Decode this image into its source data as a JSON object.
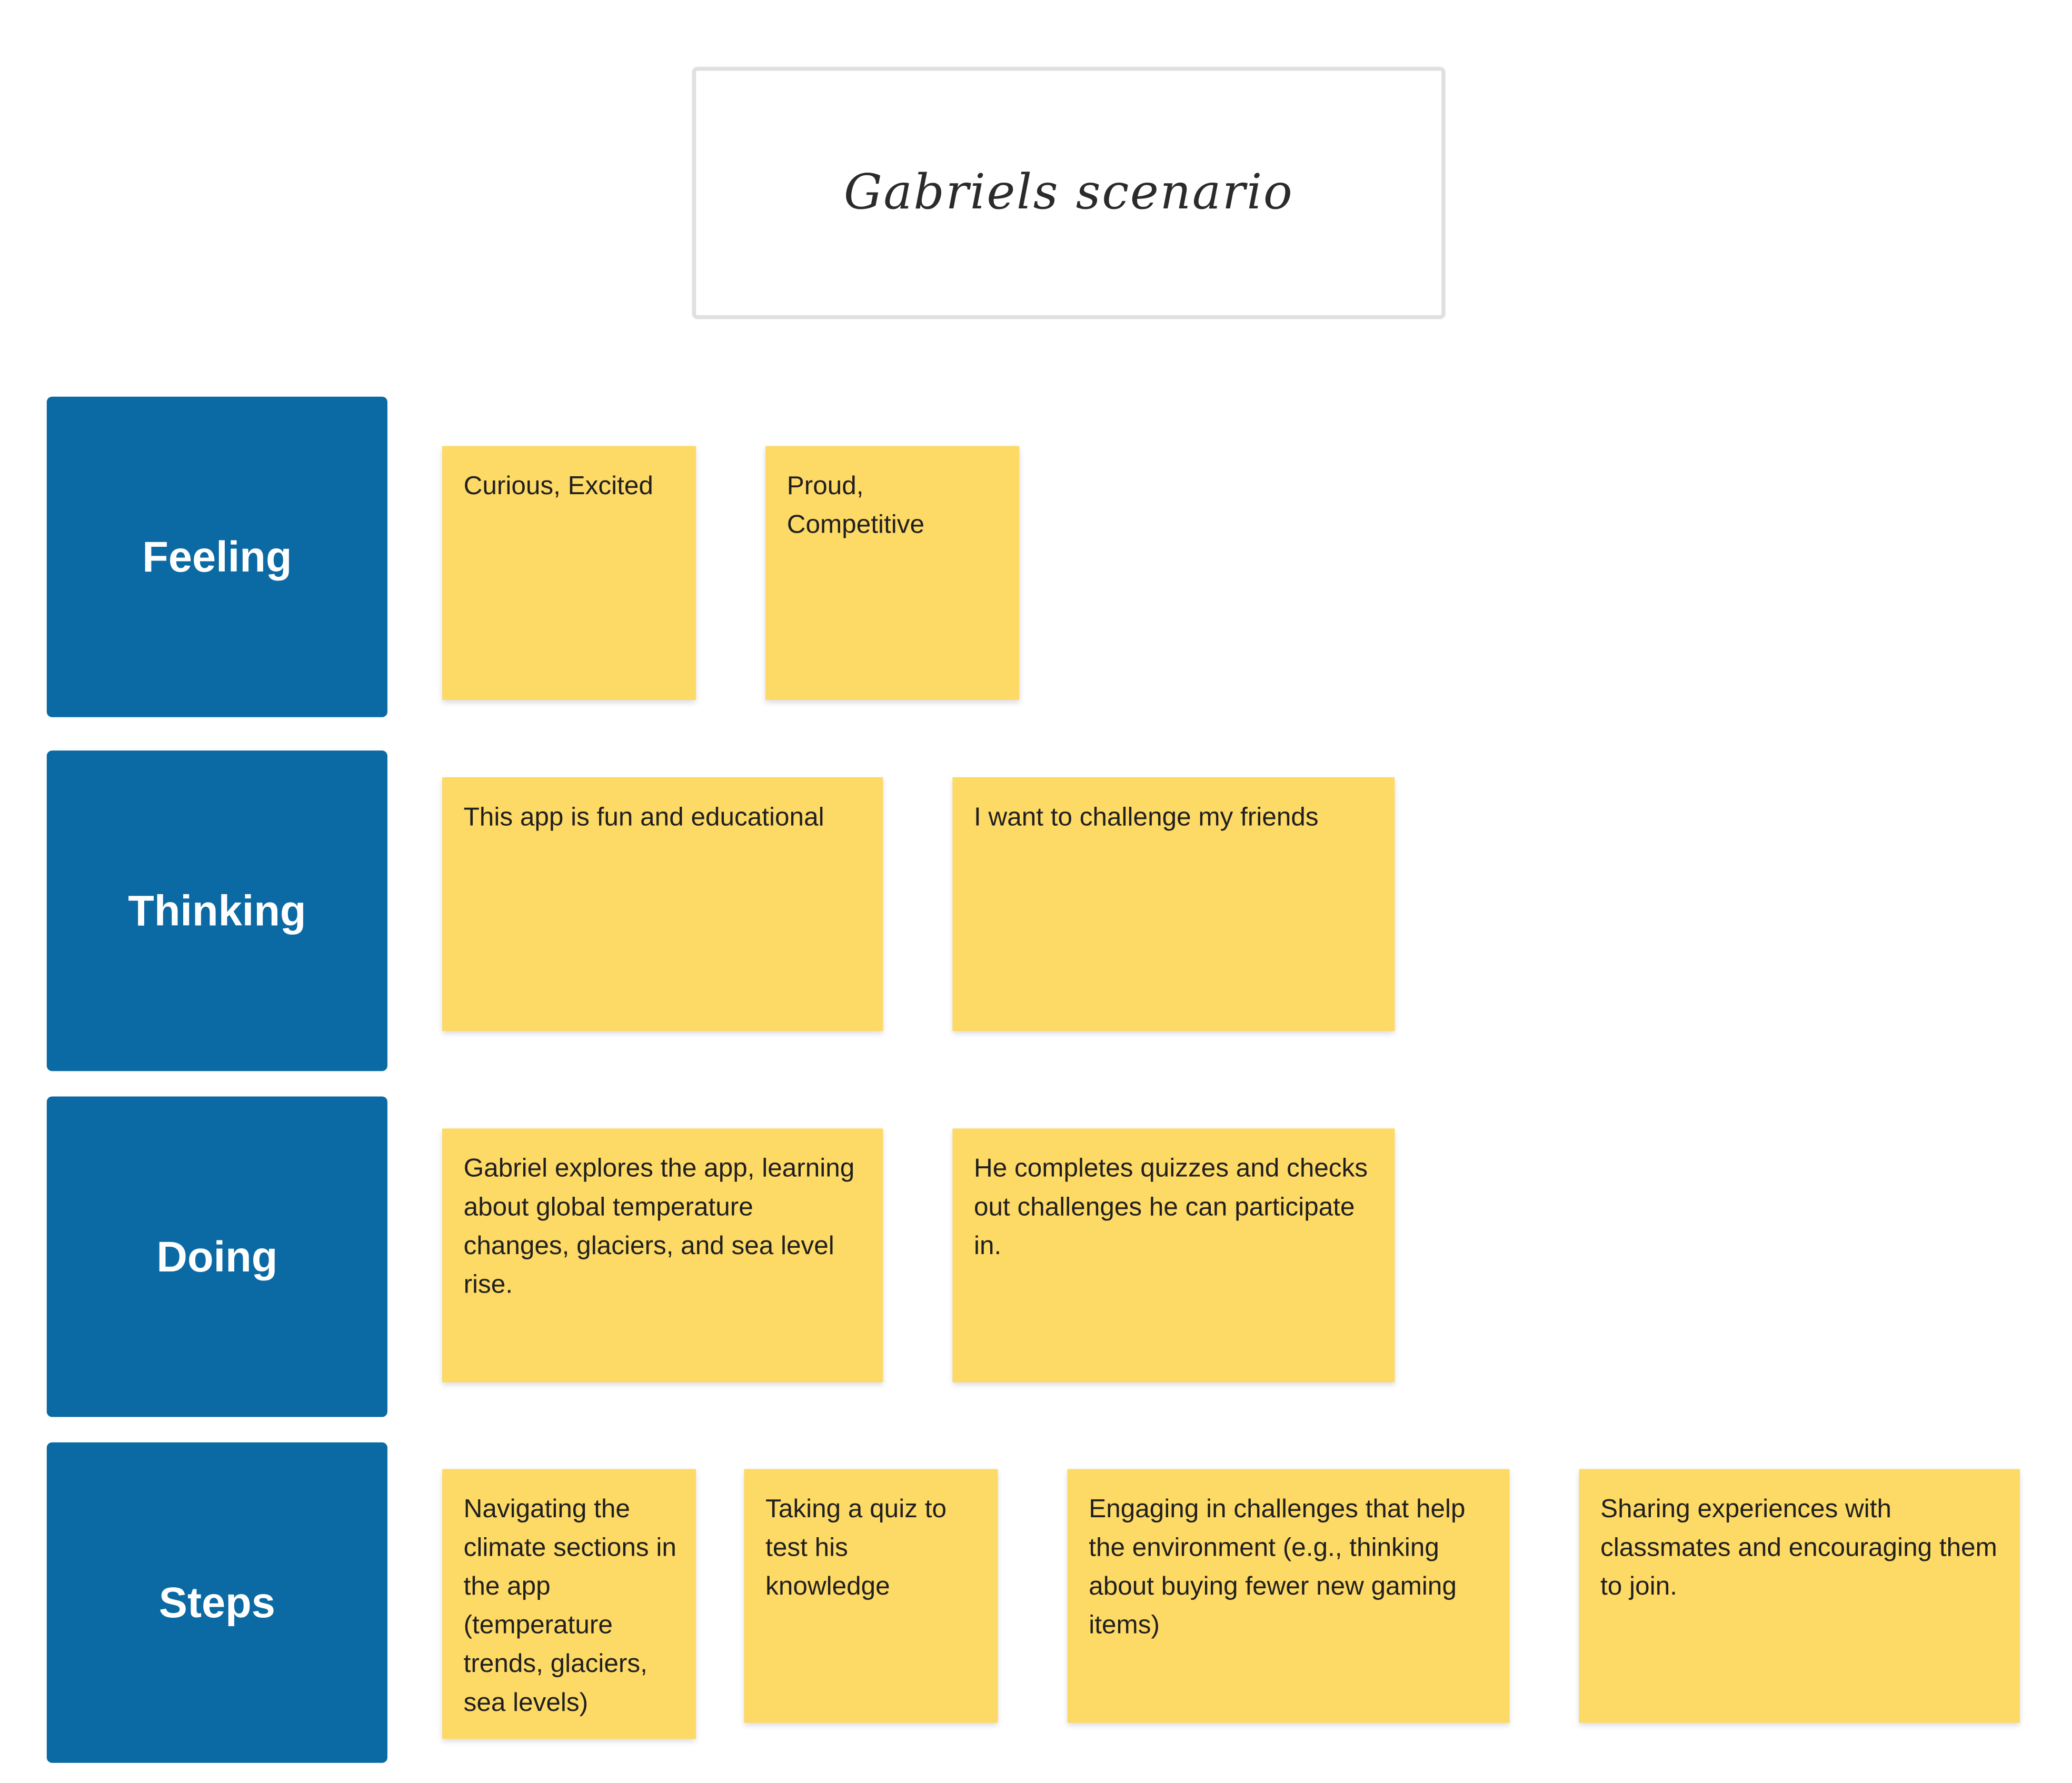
{
  "title": "Gabriels scenario",
  "rows": {
    "feeling": {
      "label": "Feeling",
      "notes": [
        "Curious, Excited",
        "Proud, Competitive"
      ]
    },
    "thinking": {
      "label": "Thinking",
      "notes": [
        "This app is fun and educational",
        "I want to challenge my friends"
      ]
    },
    "doing": {
      "label": "Doing",
      "notes": [
        "Gabriel explores the app, learning about global temperature changes, glaciers, and sea level rise.",
        "He completes quizzes and checks out challenges he can participate in."
      ]
    },
    "steps": {
      "label": "Steps",
      "notes": [
        "Navigating the climate sections in the app (temperature trends, glaciers, sea levels)",
        "Taking a quiz to test his knowledge",
        "Engaging in challenges that help the environment (e.g., thinking about buying fewer new gaming items)",
        "Sharing experiences with classmates and encouraging them to join."
      ]
    }
  },
  "colors": {
    "row_label_bg": "#0b69a3",
    "sticky_bg": "#fdd965",
    "frame_border": "#e0e0e0"
  }
}
